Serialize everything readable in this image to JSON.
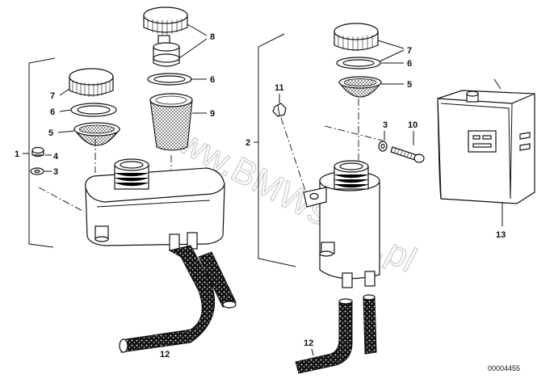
{
  "diagram": {
    "document_number": "00004455",
    "watermark": "www.BMWstore.pl",
    "callouts": {
      "c1": "1",
      "c2": "2",
      "c3a": "3",
      "c3b": "3",
      "c4": "4",
      "c5a": "5",
      "c5b": "5",
      "c6a": "6",
      "c6b": "6",
      "c6c": "6",
      "c7a": "7",
      "c7b": "7",
      "c8": "8",
      "c9": "9",
      "c10": "10",
      "c11": "11",
      "c12a": "12",
      "c12b": "12",
      "c13": "13"
    }
  }
}
